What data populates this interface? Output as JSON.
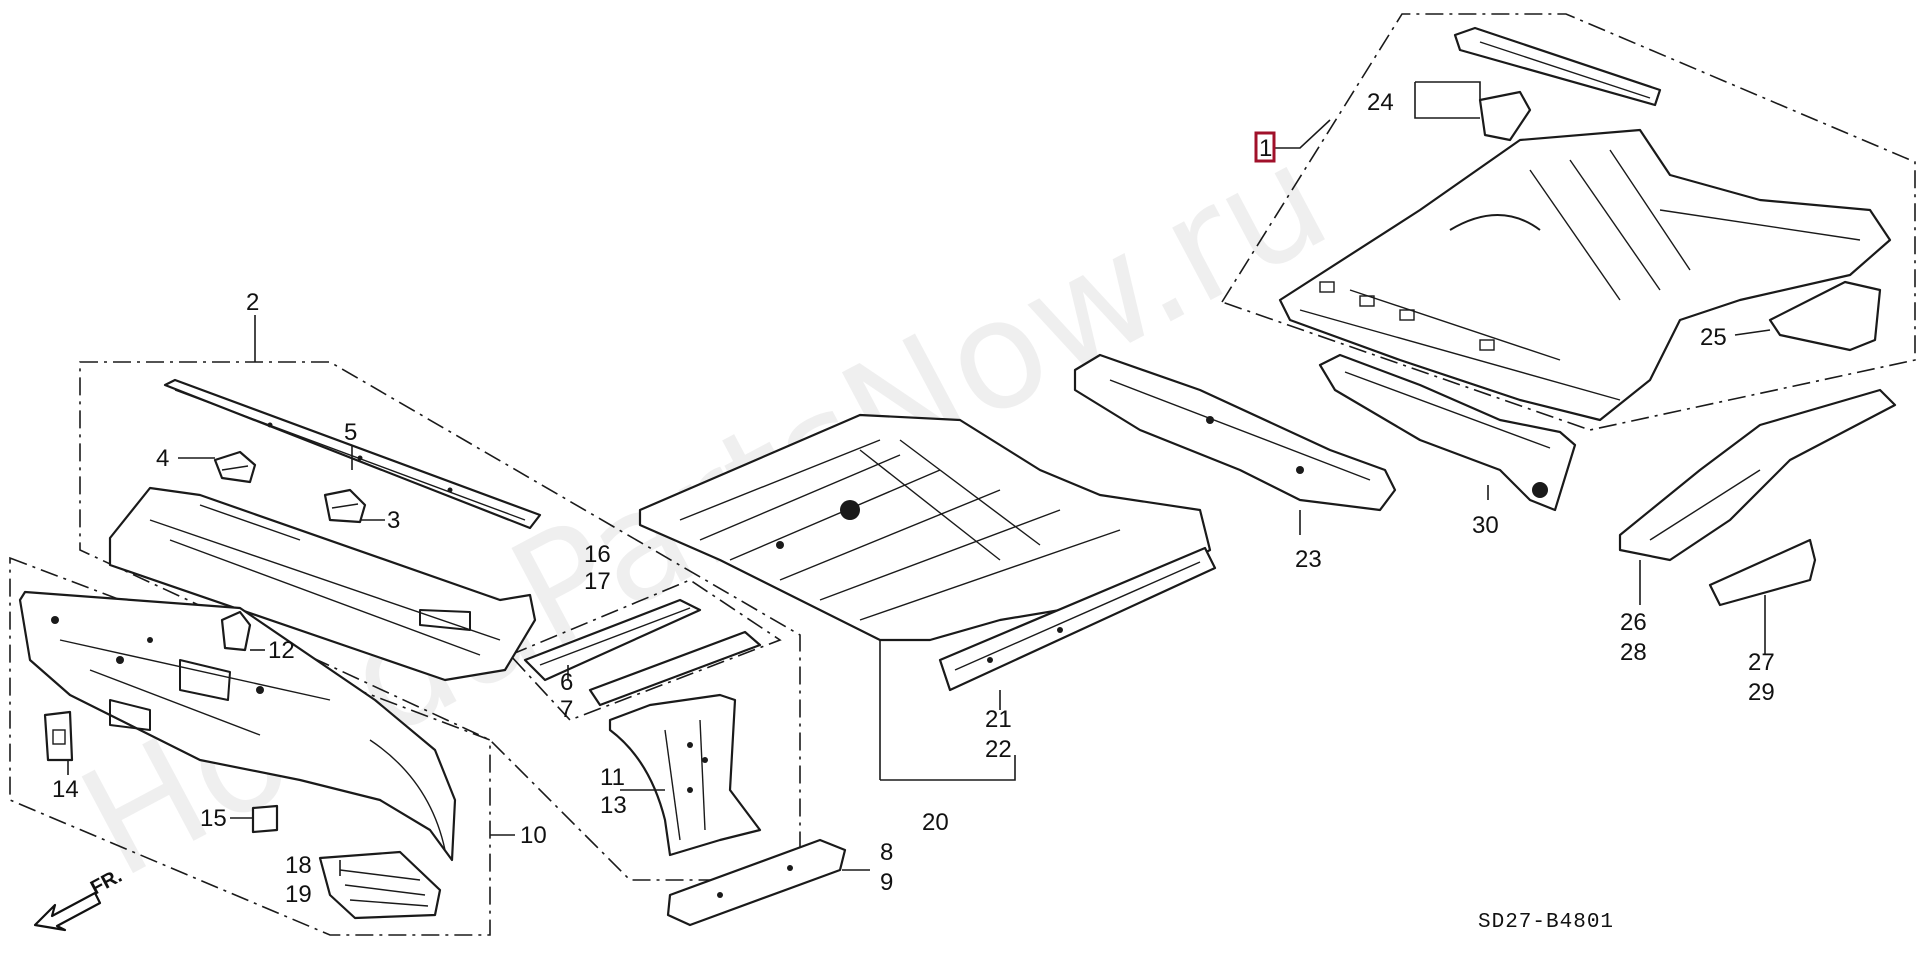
{
  "watermark": "HondaPartsNow.ru",
  "diagram_code": "SD27-B4801",
  "direction_label": "FR.",
  "highlight_color": "#a0102a",
  "callouts": {
    "c1": "1",
    "c2": "2",
    "c3": "3",
    "c4": "4",
    "c5": "5",
    "c6": "6",
    "c7": "7",
    "c8": "8",
    "c9": "9",
    "c10": "10",
    "c11": "11",
    "c12": "12",
    "c13": "13",
    "c14": "14",
    "c15": "15",
    "c16": "16",
    "c17": "17",
    "c18": "18",
    "c19": "19",
    "c20": "20",
    "c21": "21",
    "c22": "22",
    "c23": "23",
    "c24": "24",
    "c25": "25",
    "c26": "26",
    "c27": "27",
    "c28": "28",
    "c29": "29",
    "c30": "30"
  }
}
